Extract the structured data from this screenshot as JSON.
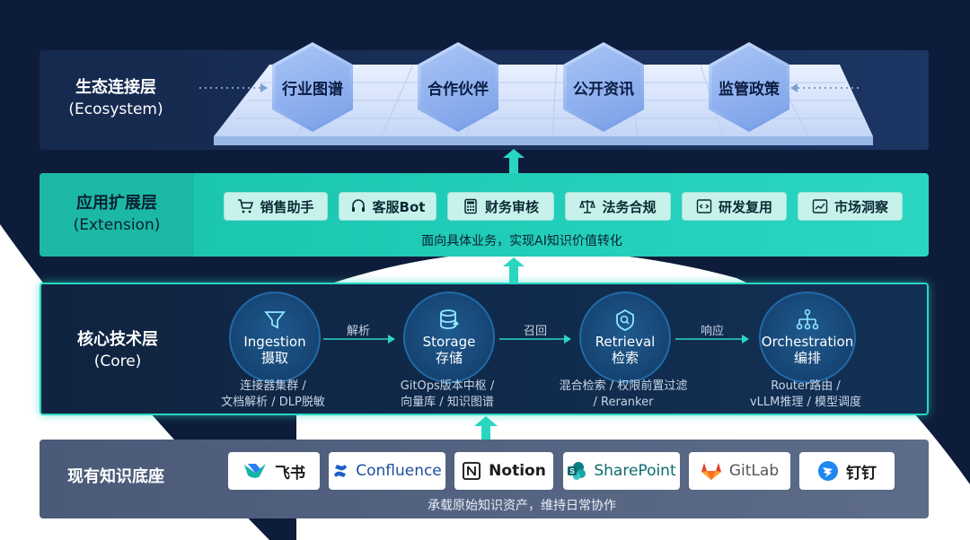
{
  "layers": {
    "ecosystem": {
      "title_zh": "生态连接层",
      "title_en": "(Ecosystem)",
      "items": [
        "行业图谱",
        "合作伙伴",
        "公开资讯",
        "监管政策"
      ]
    },
    "extension": {
      "title_zh": "应用扩展层",
      "title_en": "(Extension)",
      "items": [
        {
          "label": "销售助手",
          "icon": "cart-icon"
        },
        {
          "label": "客服Bot",
          "icon": "headset-icon"
        },
        {
          "label": "财务审核",
          "icon": "calculator-icon"
        },
        {
          "label": "法务合规",
          "icon": "scale-icon"
        },
        {
          "label": "研发复用",
          "icon": "code-icon"
        },
        {
          "label": "市场洞察",
          "icon": "chart-icon"
        }
      ],
      "subtitle": "面向具体业务，实现AI知识价值转化"
    },
    "core": {
      "title_zh": "核心技术层",
      "title_en": "(Core)",
      "nodes": [
        {
          "en": "Ingestion",
          "zh": "摄取",
          "icon": "funnel-icon",
          "desc1": "连接器集群 /",
          "desc2": "文档解析 / DLP脱敏"
        },
        {
          "en": "Storage",
          "zh": "存储",
          "icon": "database-icon",
          "desc1": "GitOps版本中枢 /",
          "desc2": "向量库 / 知识图谱"
        },
        {
          "en": "Retrieval",
          "zh": "检索",
          "icon": "search-icon",
          "desc1": "混合检索 / 权限前置过滤",
          "desc2": "/ Reranker"
        },
        {
          "en": "Orchestration",
          "zh": "编排",
          "icon": "hierarchy-icon",
          "desc1": "Router路由 /",
          "desc2": "vLLM推理 / 模型调度"
        }
      ],
      "flows": [
        "解析",
        "召回",
        "响应"
      ]
    },
    "base": {
      "title_zh": "现有知识底座",
      "logos": [
        {
          "label": "飞书",
          "icon": "feishu-icon"
        },
        {
          "label": "Confluence",
          "icon": "confluence-icon"
        },
        {
          "label": "Notion",
          "icon": "notion-icon"
        },
        {
          "label": "SharePoint",
          "icon": "sharepoint-icon"
        },
        {
          "label": "GitLab",
          "icon": "gitlab-icon"
        },
        {
          "label": "钉钉",
          "icon": "dingtalk-icon"
        }
      ],
      "subtitle": "承载原始知识资产，维持日常协作"
    }
  },
  "colors": {
    "background": "#0d1c3a",
    "accent_teal": "#2ad6c2",
    "hex_blue": "#7aa0e8",
    "base_gray": "#5d6c89"
  }
}
